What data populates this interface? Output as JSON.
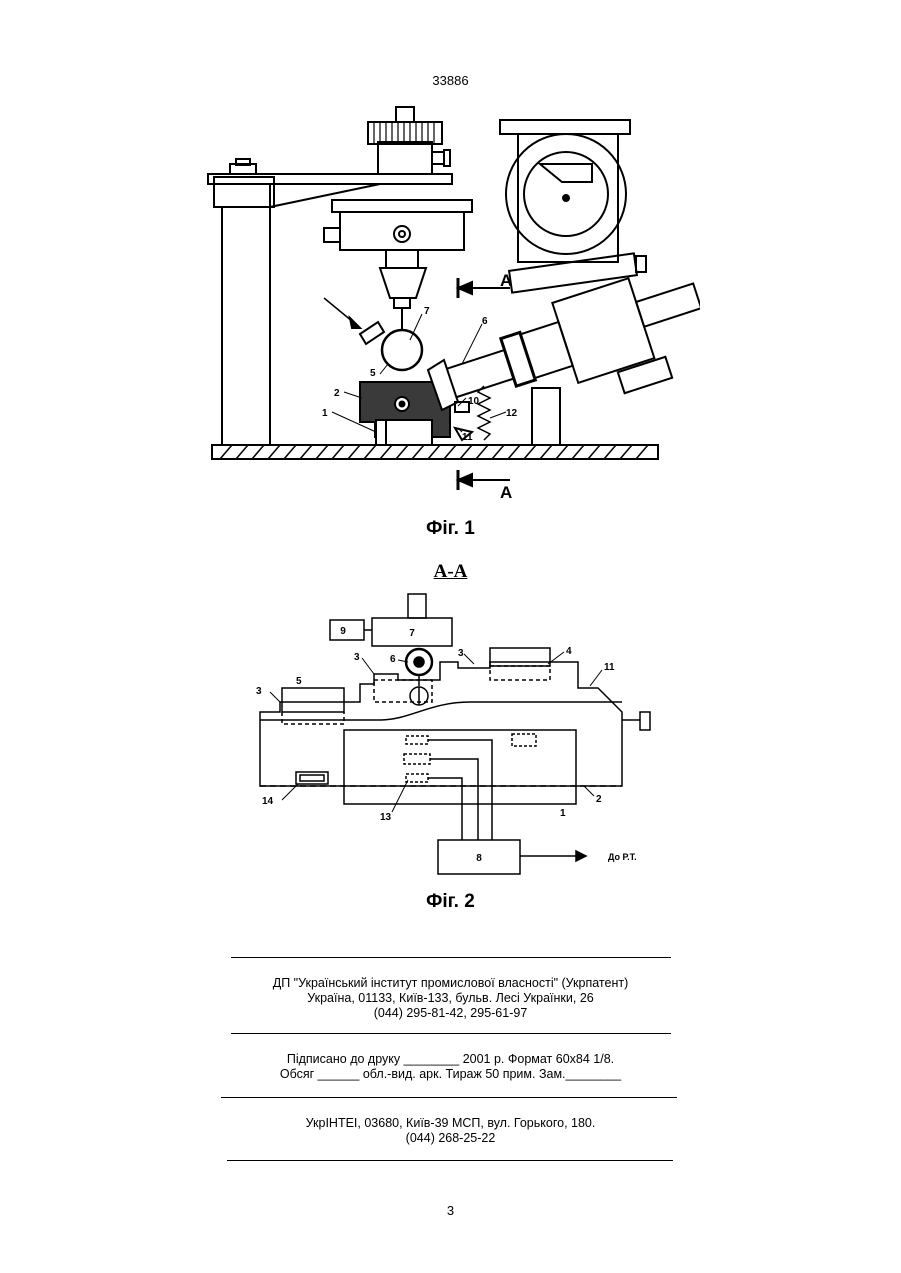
{
  "header": {
    "doc_number": "33886"
  },
  "figure1": {
    "caption": "Фіг. 1",
    "section_label_top": "A",
    "section_label_bottom": "A",
    "callouts": [
      "7",
      "6",
      "5",
      "2",
      "1",
      "10",
      "11",
      "12"
    ]
  },
  "figure2": {
    "caption": "Фіг. 2",
    "section_title": "А-А",
    "callouts": [
      "9",
      "7",
      "6",
      "3",
      "3",
      "3",
      "4",
      "5",
      "11",
      "14",
      "13",
      "1",
      "2",
      "8"
    ],
    "output_label": "До Р.Т."
  },
  "imprint": {
    "publisher_line": "ДП \"Український інститут промислової власності\" (Укрпатент)",
    "address_line": "Україна, 01133, Київ-133, бульв. Лесі Українки, 26",
    "phone_line": "(044) 295-81-42, 295-61-97",
    "signed_line": "Підписано до друку ________ 2001 р.    Формат 60х84 1/8.",
    "volume_line": "Обсяг ______ обл.-вид. арк.   Тираж 50 прим.    Зам.________",
    "printer_line": "УкрІНТЕІ, 03680, Київ-39 МСП, вул. Горького, 180.",
    "printer_phone": "(044) 268-25-22"
  },
  "footer": {
    "page_number": "3"
  }
}
